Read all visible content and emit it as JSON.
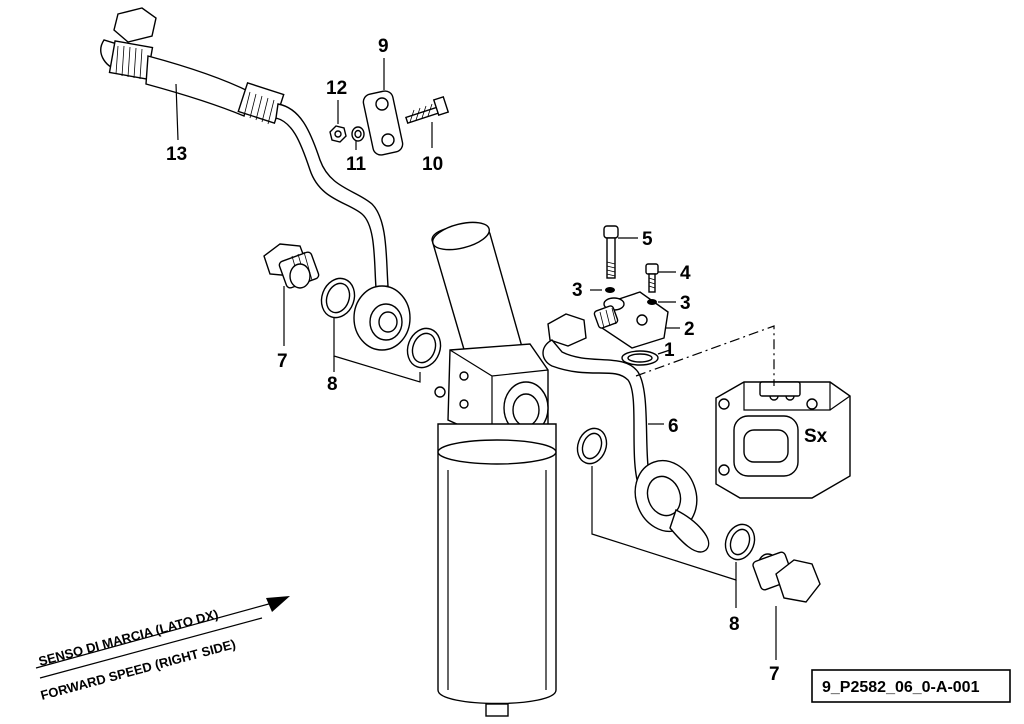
{
  "callouts": {
    "c1": "1",
    "c2": "2",
    "c3a": "3",
    "c3b": "3",
    "c4": "4",
    "c5": "5",
    "c6": "6",
    "c7a": "7",
    "c7b": "7",
    "c8a": "8",
    "c8b": "8",
    "c9": "9",
    "c10": "10",
    "c11": "11",
    "c12": "12",
    "c13": "13"
  },
  "pump_label": "Sx",
  "direction": {
    "line1": "SENSO DI MARCIA (LATO DX)",
    "line2": "FORWARD SPEED (RIGHT SIDE)"
  },
  "reference_code": "9_P2582_06_0-A-001"
}
